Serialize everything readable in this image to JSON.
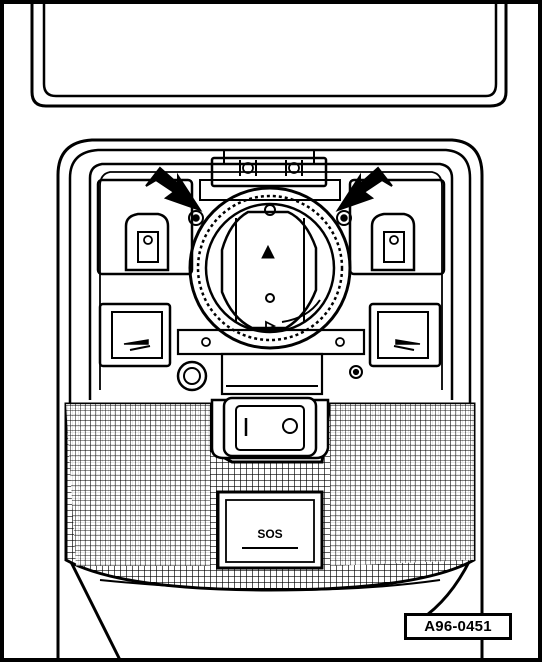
{
  "figure": {
    "id_label": "A96-0451",
    "sos_button_label": "SOS"
  },
  "colors": {
    "line": "#000000",
    "background": "#ffffff",
    "pointer_arrows": "#000000"
  },
  "icons": [
    "left-pointer-arrow",
    "right-pointer-arrow",
    "rotary-light-switch",
    "left-reading-light-switch",
    "right-reading-light-switch",
    "sos-button",
    "interior-light-rocker"
  ]
}
